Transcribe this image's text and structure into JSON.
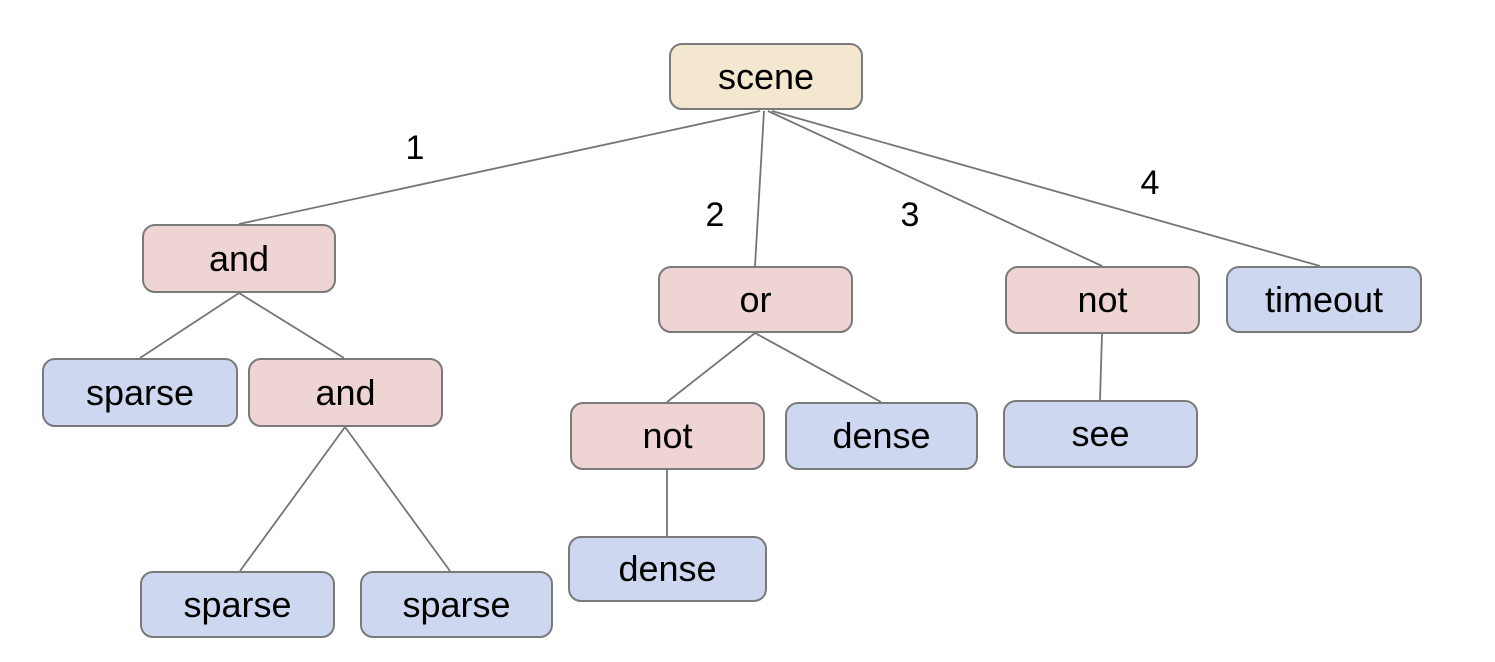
{
  "diagram": {
    "type": "tree",
    "background_color": "#ffffff",
    "colors": {
      "root_fill": "#f3e7cf",
      "operator_fill": "#eed4d2",
      "leaf_fill": "#cdd8f0",
      "node_border": "#7a7a7a",
      "edge_stroke": "#757575",
      "text": "#000000"
    },
    "nodes": [
      {
        "id": "scene",
        "label": "scene",
        "kind": "root"
      },
      {
        "id": "and-1",
        "label": "and",
        "kind": "operator"
      },
      {
        "id": "or-1",
        "label": "or",
        "kind": "operator"
      },
      {
        "id": "not-1",
        "label": "not",
        "kind": "operator"
      },
      {
        "id": "timeout",
        "label": "timeout",
        "kind": "leaf"
      },
      {
        "id": "sparse-1",
        "label": "sparse",
        "kind": "leaf"
      },
      {
        "id": "and-2",
        "label": "and",
        "kind": "operator"
      },
      {
        "id": "not-2",
        "label": "not",
        "kind": "operator"
      },
      {
        "id": "dense-1",
        "label": "dense",
        "kind": "leaf"
      },
      {
        "id": "see",
        "label": "see",
        "kind": "leaf"
      },
      {
        "id": "sparse-2",
        "label": "sparse",
        "kind": "leaf"
      },
      {
        "id": "sparse-3",
        "label": "sparse",
        "kind": "leaf"
      },
      {
        "id": "dense-2",
        "label": "dense",
        "kind": "leaf"
      }
    ],
    "edges": [
      {
        "from": "scene",
        "to": "and-1",
        "label": "1"
      },
      {
        "from": "scene",
        "to": "or-1",
        "label": "2"
      },
      {
        "from": "scene",
        "to": "not-1",
        "label": "3"
      },
      {
        "from": "scene",
        "to": "timeout",
        "label": "4"
      },
      {
        "from": "and-1",
        "to": "sparse-1",
        "label": ""
      },
      {
        "from": "and-1",
        "to": "and-2",
        "label": ""
      },
      {
        "from": "and-2",
        "to": "sparse-2",
        "label": ""
      },
      {
        "from": "and-2",
        "to": "sparse-3",
        "label": ""
      },
      {
        "from": "or-1",
        "to": "not-2",
        "label": ""
      },
      {
        "from": "or-1",
        "to": "dense-1",
        "label": ""
      },
      {
        "from": "not-2",
        "to": "dense-2",
        "label": ""
      },
      {
        "from": "not-1",
        "to": "see",
        "label": ""
      }
    ]
  }
}
